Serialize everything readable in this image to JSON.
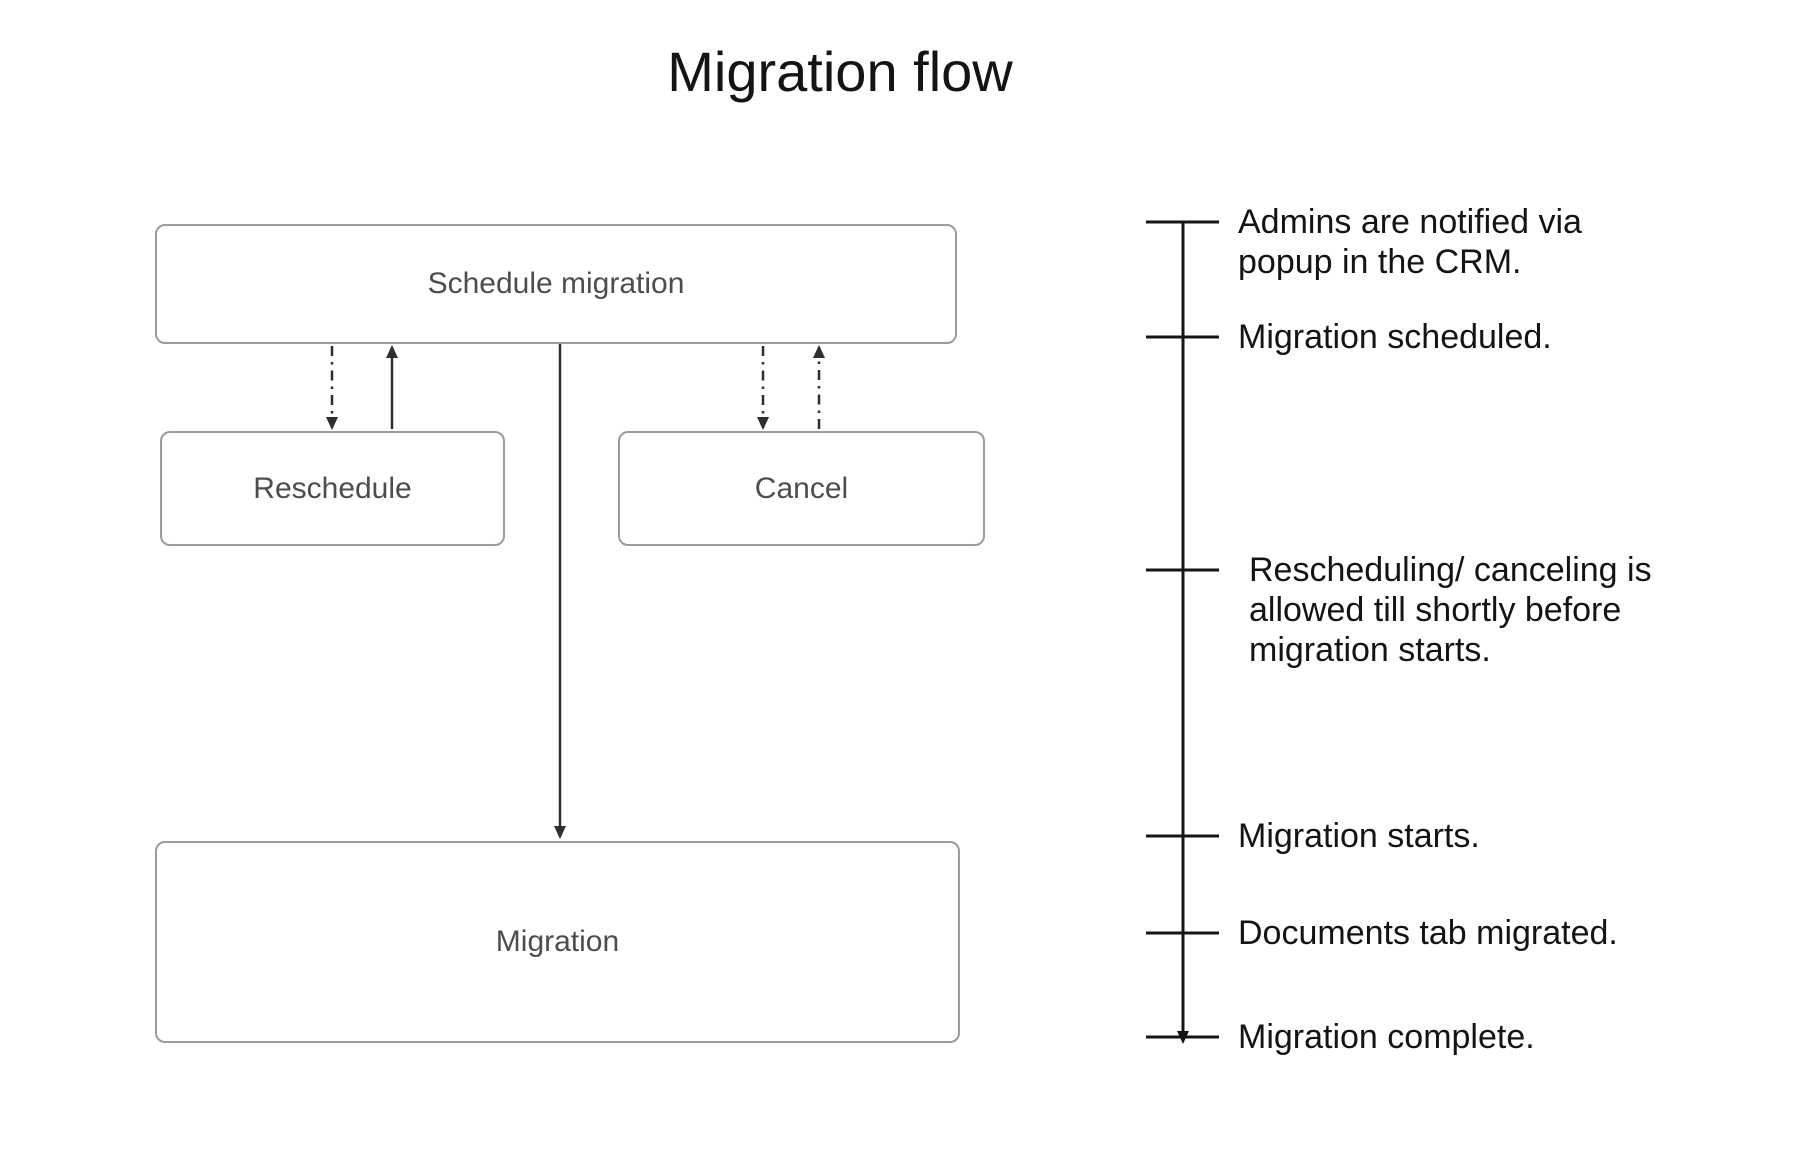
{
  "title": "Migration flow",
  "flowchart": {
    "nodes": [
      {
        "id": "schedule-migration",
        "label": "Schedule migration"
      },
      {
        "id": "reschedule",
        "label": "Reschedule"
      },
      {
        "id": "cancel",
        "label": "Cancel"
      },
      {
        "id": "migration",
        "label": "Migration"
      }
    ],
    "edges": [
      {
        "from": "schedule-migration",
        "to": "reschedule",
        "style": "dash-dot",
        "direction": "down"
      },
      {
        "from": "reschedule",
        "to": "schedule-migration",
        "style": "solid",
        "direction": "up"
      },
      {
        "from": "schedule-migration",
        "to": "cancel",
        "style": "dash-dot",
        "direction": "down"
      },
      {
        "from": "cancel",
        "to": "schedule-migration",
        "style": "dash-dot",
        "direction": "up"
      },
      {
        "from": "schedule-migration",
        "to": "migration",
        "style": "solid",
        "direction": "down"
      }
    ]
  },
  "timeline": {
    "events": [
      {
        "lines": [
          "Admins are notified via",
          "popup in the CRM."
        ]
      },
      {
        "lines": [
          "Migration scheduled."
        ]
      },
      {
        "lines": [
          "Rescheduling/ canceling is",
          "allowed till shortly before",
          "migration starts."
        ]
      },
      {
        "lines": [
          "Migration starts."
        ]
      },
      {
        "lines": [
          "Documents tab migrated."
        ]
      },
      {
        "lines": [
          "Migration complete."
        ]
      }
    ]
  },
  "colors": {
    "background": "#ffffff",
    "box_border": "#9b9b9b",
    "box_text": "#4d4d4d",
    "title_text": "#141414",
    "timeline_line": "#141414",
    "arrow": "#2e2e2e"
  }
}
